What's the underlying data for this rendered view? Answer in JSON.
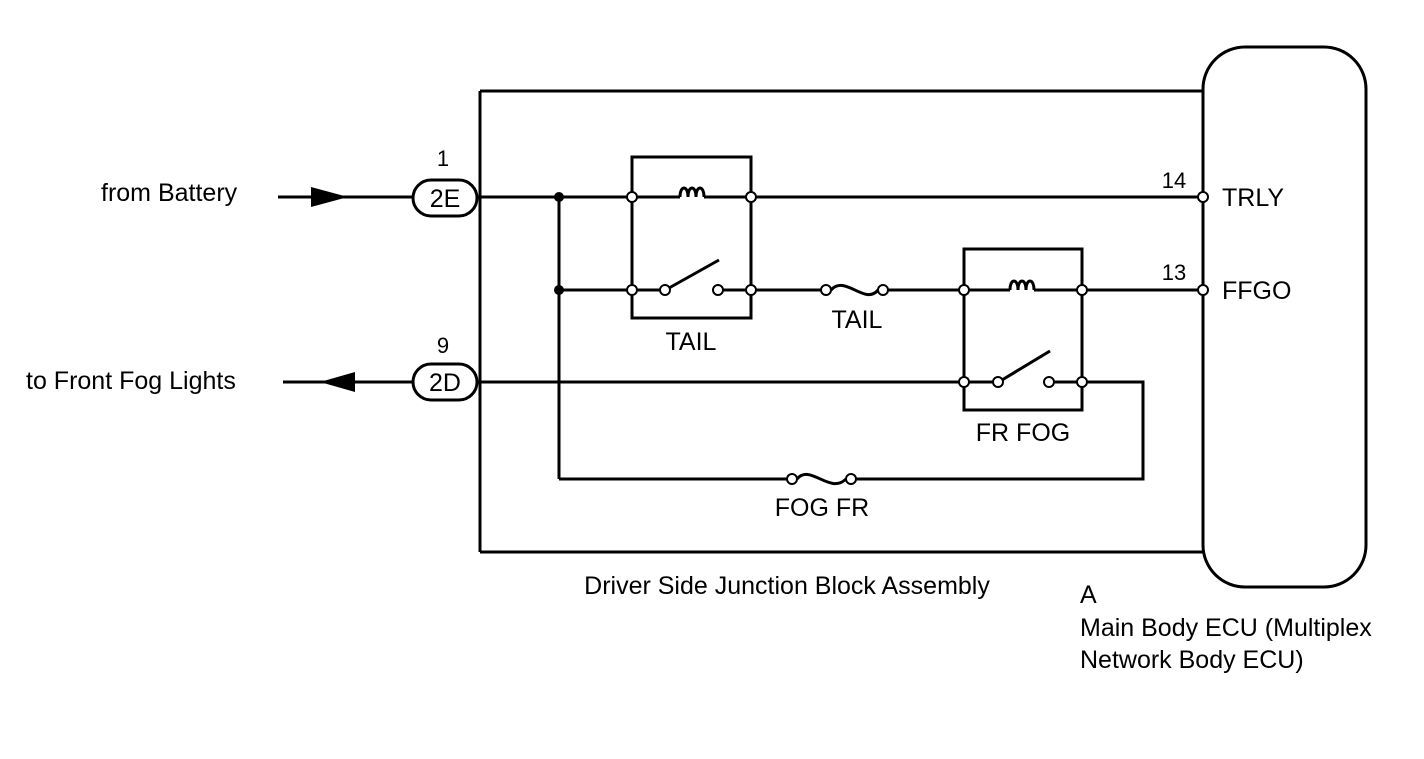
{
  "inputs": {
    "battery_label": "from Battery",
    "battery_connector": "2E",
    "battery_pin": "1",
    "foglights_label": "to Front Fog Lights",
    "foglights_connector": "2D",
    "foglights_pin": "9"
  },
  "junction_block": {
    "name": "Driver Side Junction Block Assembly",
    "tail_relay_label": "TAIL",
    "tail_fuse_label": "TAIL",
    "frfog_relay_label": "FR FOG",
    "fogfr_fuse_label": "FOG FR"
  },
  "ecu": {
    "letter": "A",
    "name_line1": "Main Body ECU (Multiplex",
    "name_line2": "Network Body ECU)",
    "trly_pin": "14",
    "trly_label": "TRLY",
    "ffgo_pin": "13",
    "ffgo_label": "FFGO"
  }
}
